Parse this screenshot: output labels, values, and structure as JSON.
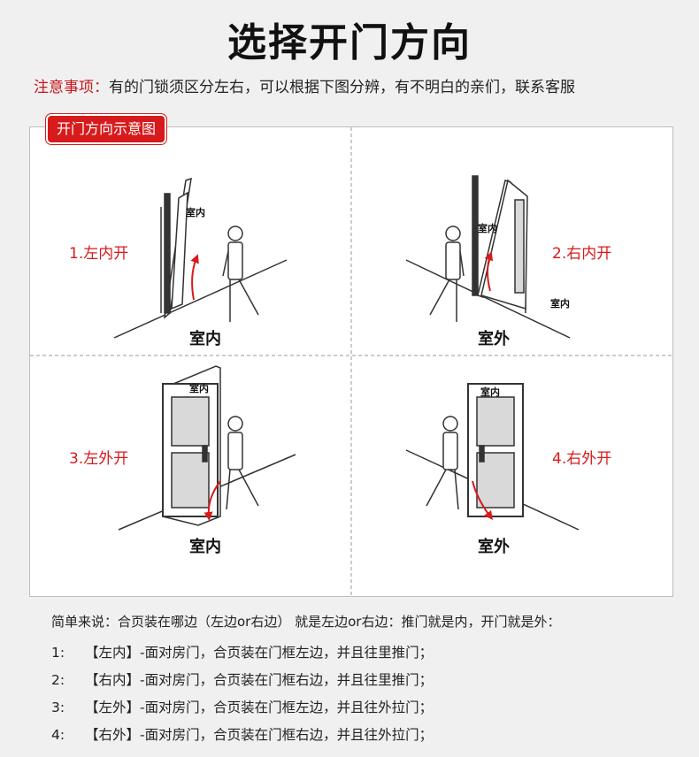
{
  "title": "选择开门方向",
  "notice": {
    "label": "注意事项：",
    "text": "有的门锁须区分左右，可以根据下图分辨，有不明白的亲们，联系客服"
  },
  "diagram": {
    "badge": "开门方向示意图",
    "quadrants": [
      {
        "label": "1.左内开",
        "room": "室内",
        "sign": "室内"
      },
      {
        "label": "2.右内开",
        "room": "室外",
        "sign": "室内",
        "sign_outside": "室内"
      },
      {
        "label": "3.左外开",
        "room": "室内",
        "sign": "室内"
      },
      {
        "label": "4.右外开",
        "room": "室外",
        "sign": "室内"
      }
    ]
  },
  "summary": "简单来说：合页装在哪边（左边or右边） 就是左边or右边：推门就是内，开门就是外：",
  "rules": [
    {
      "num": "1:",
      "text": "【左内】-面对房门，合页装在门框左边，并且往里推门；"
    },
    {
      "num": "2:",
      "text": "【右内】-面对房门，合页装在门框右边，并且往里推门；"
    },
    {
      "num": "3:",
      "text": "【左外】-面对房门，合页装在门框左边，并且往外拉门；"
    },
    {
      "num": "4:",
      "text": "【右外】-面对房门，合页装在门框右边，并且往外拉门；"
    }
  ],
  "colors": {
    "accent": "#d71a1b",
    "door_glass": "#d9d9d9"
  }
}
